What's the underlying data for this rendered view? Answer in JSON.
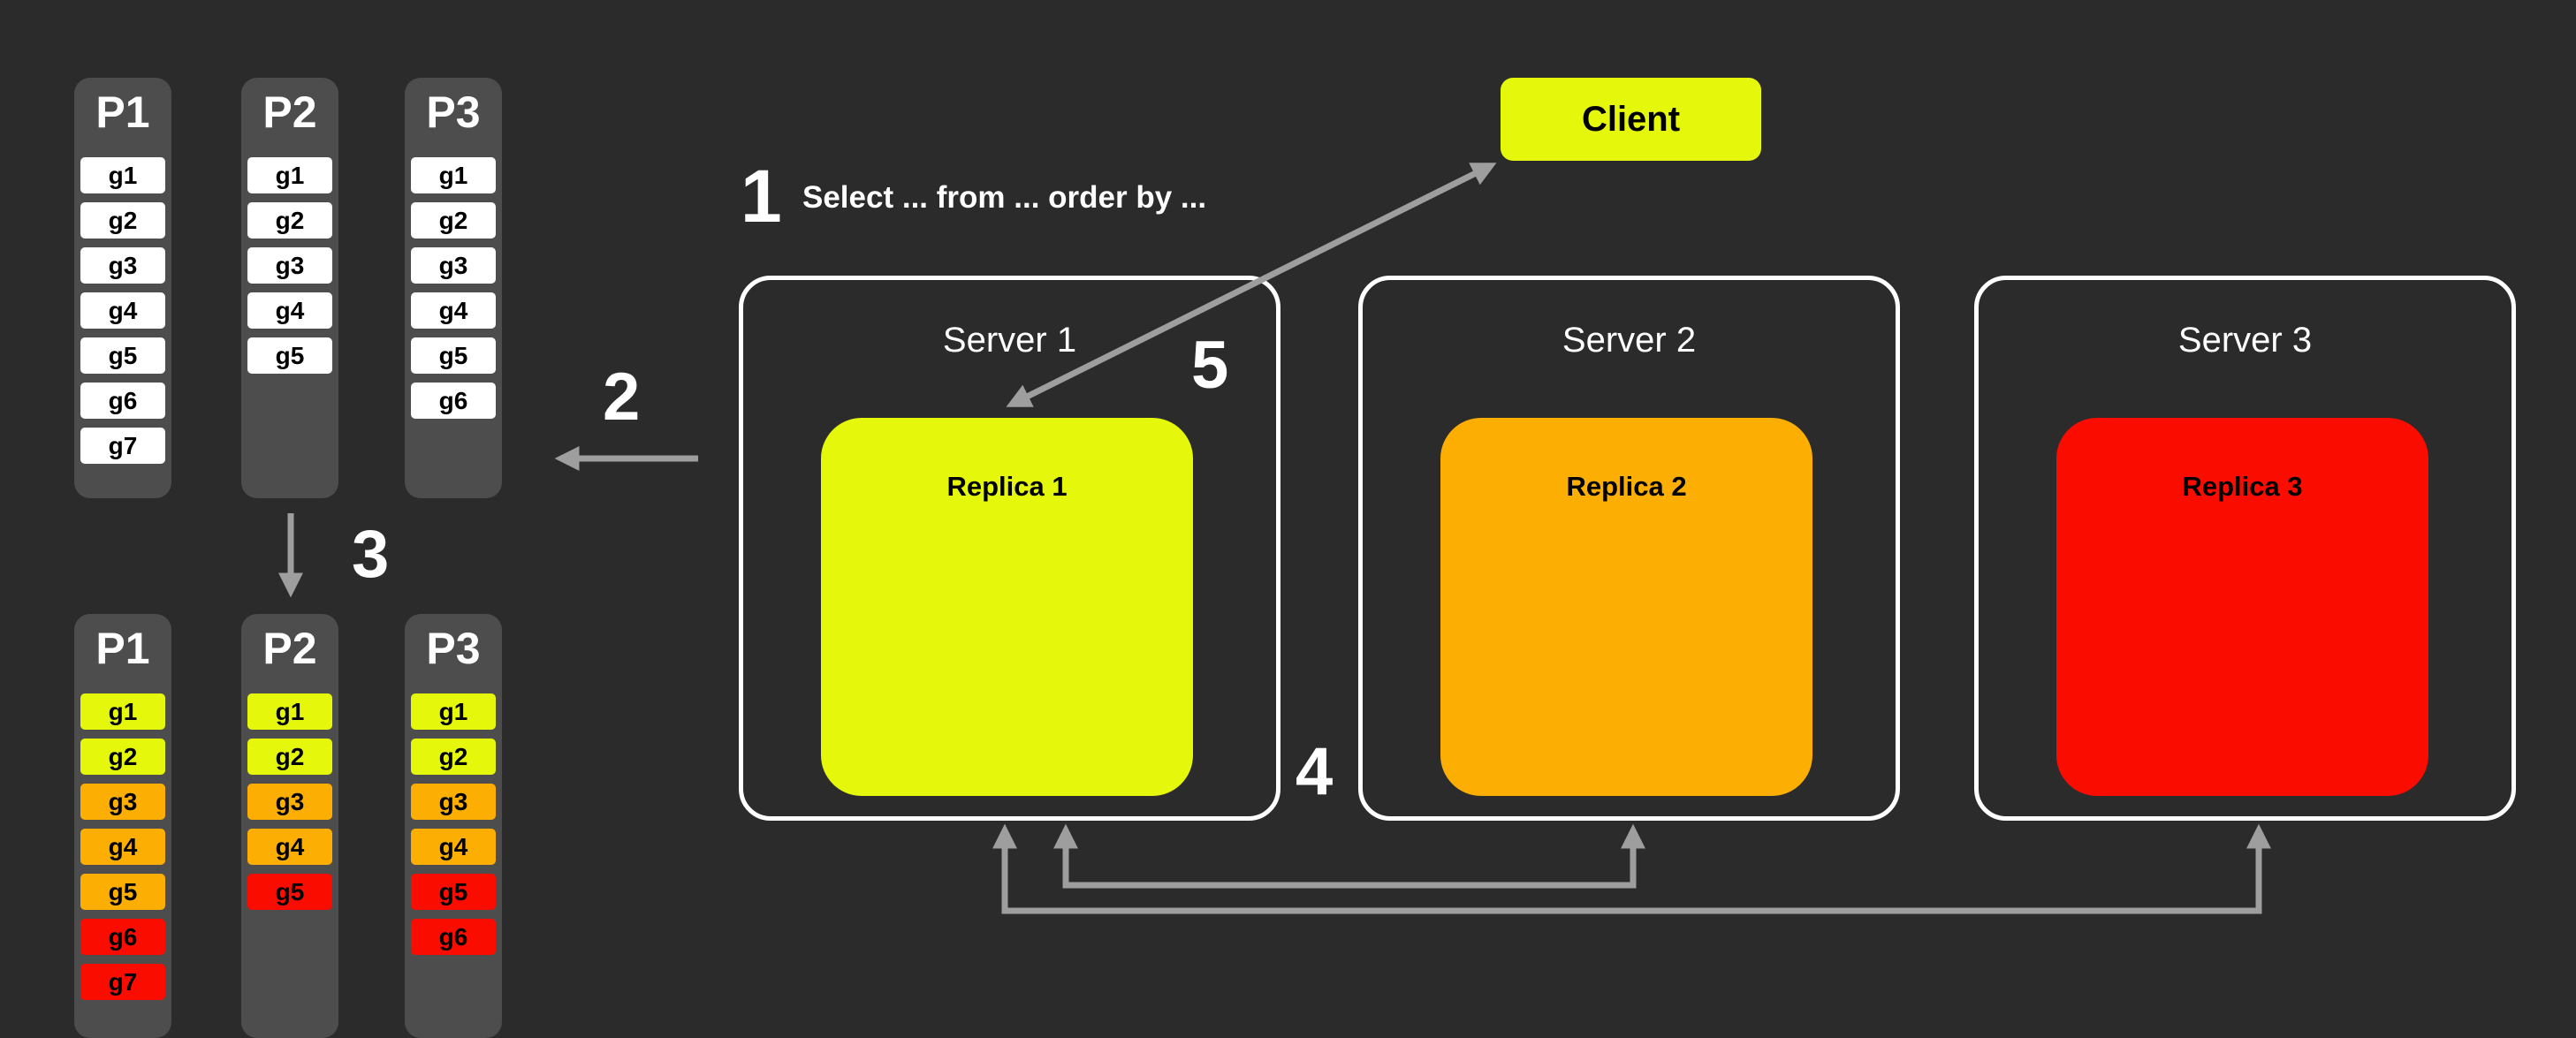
{
  "background": "#2b2b2b",
  "colors": {
    "yellow": "#e5f70a",
    "orange": "#fcae02",
    "red": "#fb0c00",
    "panel_gray": "#4d4d4d",
    "arrow_gray": "#9e9e9e",
    "server_border": "#ffffff"
  },
  "steps": {
    "s1": "1",
    "s2": "2",
    "s3": "3",
    "s4": "4",
    "s5": "5"
  },
  "query_text": "Select ... from ... order by ...",
  "client": {
    "label": "Client",
    "color": "yellow"
  },
  "servers": [
    {
      "label": "Server 1",
      "replica_label": "Replica 1",
      "color": "yellow"
    },
    {
      "label": "Server 2",
      "replica_label": "Replica 2",
      "color": "orange"
    },
    {
      "label": "Server 3",
      "replica_label": "Replica 3",
      "color": "red"
    }
  ],
  "top_partitions": [
    {
      "label": "P1",
      "items": [
        "g1",
        "g2",
        "g3",
        "g4",
        "g5",
        "g6",
        "g7"
      ]
    },
    {
      "label": "P2",
      "items": [
        "g1",
        "g2",
        "g3",
        "g4",
        "g5"
      ]
    },
    {
      "label": "P3",
      "items": [
        "g1",
        "g2",
        "g3",
        "g4",
        "g5",
        "g6"
      ]
    }
  ],
  "bottom_partitions": [
    {
      "label": "P1",
      "items": [
        {
          "label": "g1",
          "color": "yellow"
        },
        {
          "label": "g2",
          "color": "yellow"
        },
        {
          "label": "g3",
          "color": "orange"
        },
        {
          "label": "g4",
          "color": "orange"
        },
        {
          "label": "g5",
          "color": "orange"
        },
        {
          "label": "g6",
          "color": "red"
        },
        {
          "label": "g7",
          "color": "red"
        }
      ]
    },
    {
      "label": "P2",
      "items": [
        {
          "label": "g1",
          "color": "yellow"
        },
        {
          "label": "g2",
          "color": "yellow"
        },
        {
          "label": "g3",
          "color": "orange"
        },
        {
          "label": "g4",
          "color": "orange"
        },
        {
          "label": "g5",
          "color": "red"
        }
      ]
    },
    {
      "label": "P3",
      "items": [
        {
          "label": "g1",
          "color": "yellow"
        },
        {
          "label": "g2",
          "color": "yellow"
        },
        {
          "label": "g3",
          "color": "orange"
        },
        {
          "label": "g4",
          "color": "orange"
        },
        {
          "label": "g5",
          "color": "red"
        },
        {
          "label": "g6",
          "color": "red"
        }
      ]
    }
  ]
}
